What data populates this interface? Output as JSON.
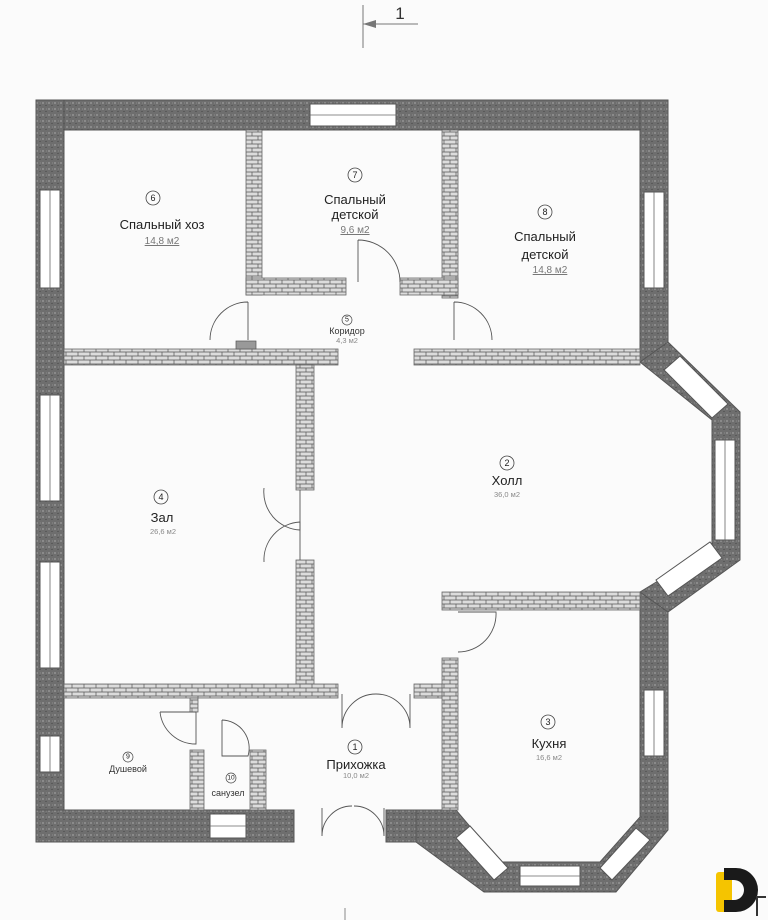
{
  "section_mark": "1",
  "rooms": [
    {
      "num": "1",
      "name": "Прихожка",
      "area": "10,0 м2"
    },
    {
      "num": "2",
      "name": "Холл",
      "area": "36,0 м2"
    },
    {
      "num": "3",
      "name": "Кухня",
      "area": "16,6 м2"
    },
    {
      "num": "4",
      "name": "Зал",
      "area": "26,6 м2"
    },
    {
      "num": "5",
      "name": "Коридор",
      "area": "4,3 м2"
    },
    {
      "num": "6",
      "name": "Спальный  хоз",
      "area": "14,8 м2"
    },
    {
      "num": "7",
      "name_line1": "Спальный",
      "name_line2": "детской",
      "area": "9,6 м2"
    },
    {
      "num": "8",
      "name_line1": "Спальный",
      "name_line2": "детской",
      "area": "14,8 м2"
    },
    {
      "num": "9",
      "name": "Душевой"
    },
    {
      "num": "10",
      "name": "санузел"
    }
  ],
  "colors": {
    "wall": "#6e6e6e",
    "brick": "#d9d9d9",
    "background": "#fbfbfb",
    "logo_yellow": "#f5c400",
    "logo_dark": "#1a1a1a"
  },
  "icons": [
    "logo-icon"
  ]
}
